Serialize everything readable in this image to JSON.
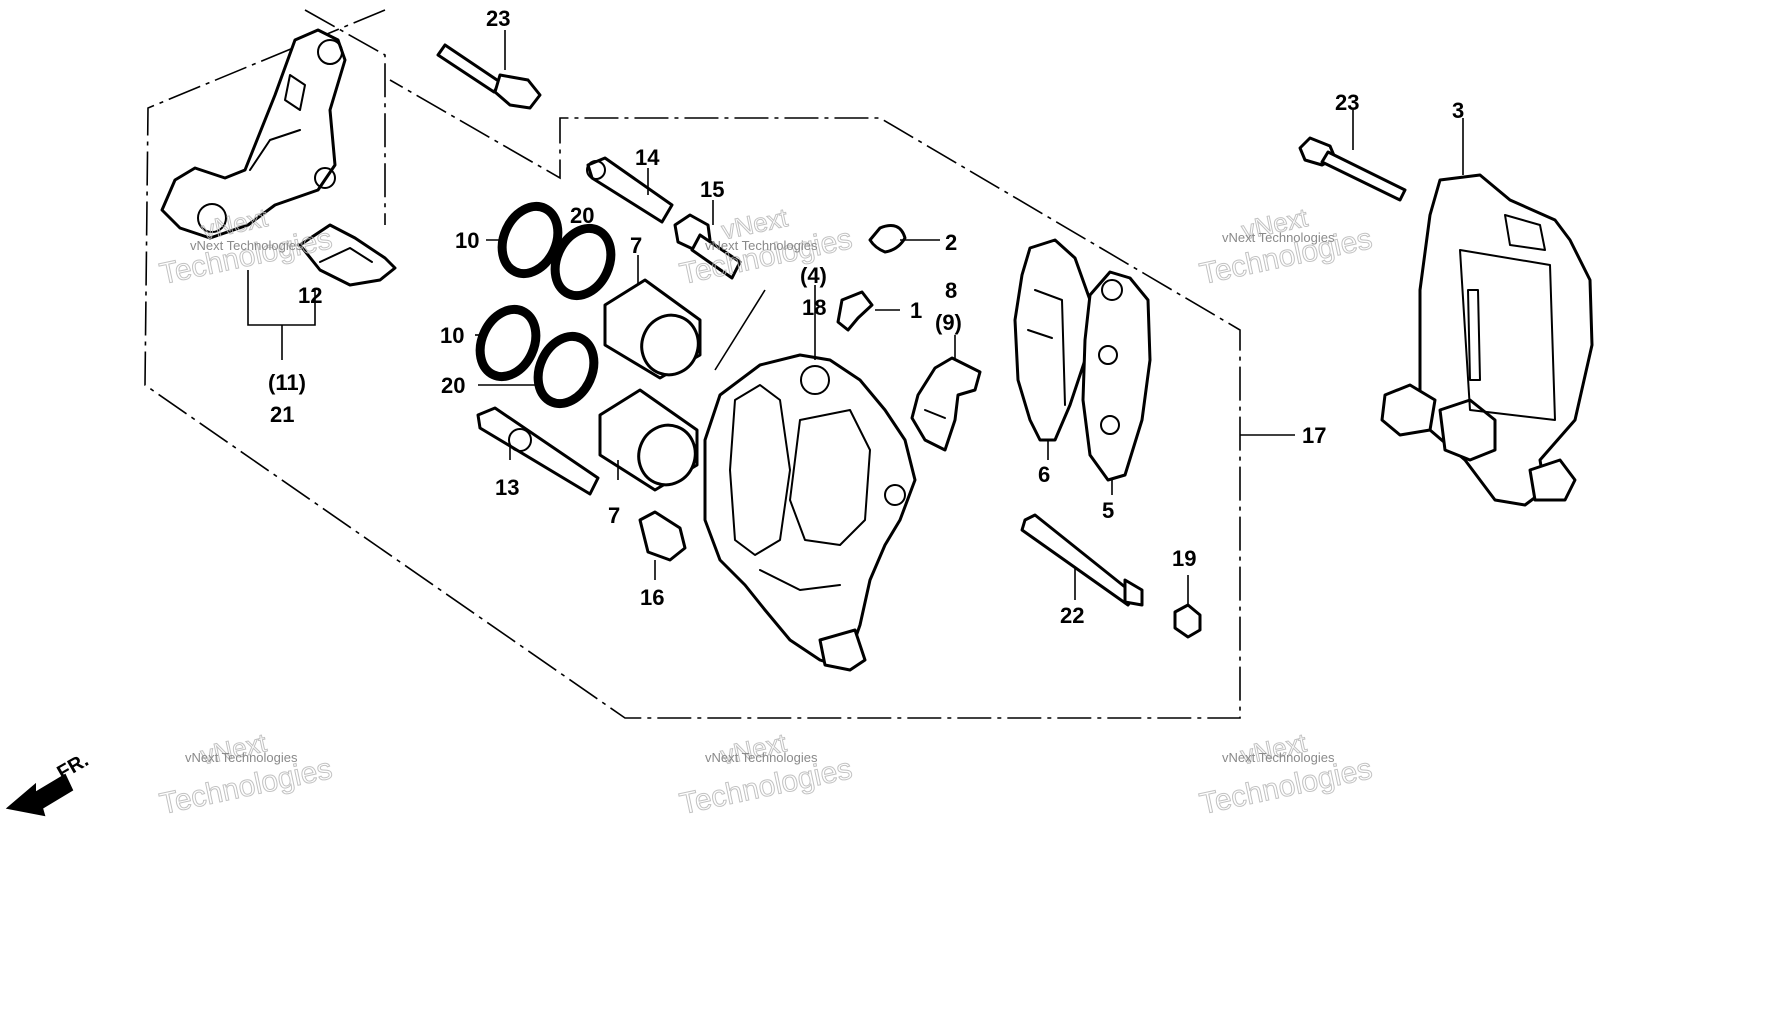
{
  "labels": {
    "p1": "1",
    "p2": "2",
    "p3": "3",
    "p4": "(4)",
    "p5": "5",
    "p6": "6",
    "p7a": "7",
    "p7b": "7",
    "p8": "8",
    "p9": "(9)",
    "p10a": "10",
    "p10b": "10",
    "p11": "(11)",
    "p12": "12",
    "p13": "13",
    "p14": "14",
    "p15": "15",
    "p16": "16",
    "p17": "17",
    "p18": "18",
    "p19": "19",
    "p20a": "20",
    "p20b": "20",
    "p21": "21",
    "p22": "22",
    "p23a": "23",
    "p23b": "23"
  },
  "direction_marker": "FR.",
  "watermark": {
    "line1": "vNext",
    "line2": "Technologies",
    "small": "vNext Technologies"
  },
  "colors": {
    "ink": "#000000",
    "paper": "#ffffff",
    "watermark": "#b8b8b8"
  }
}
